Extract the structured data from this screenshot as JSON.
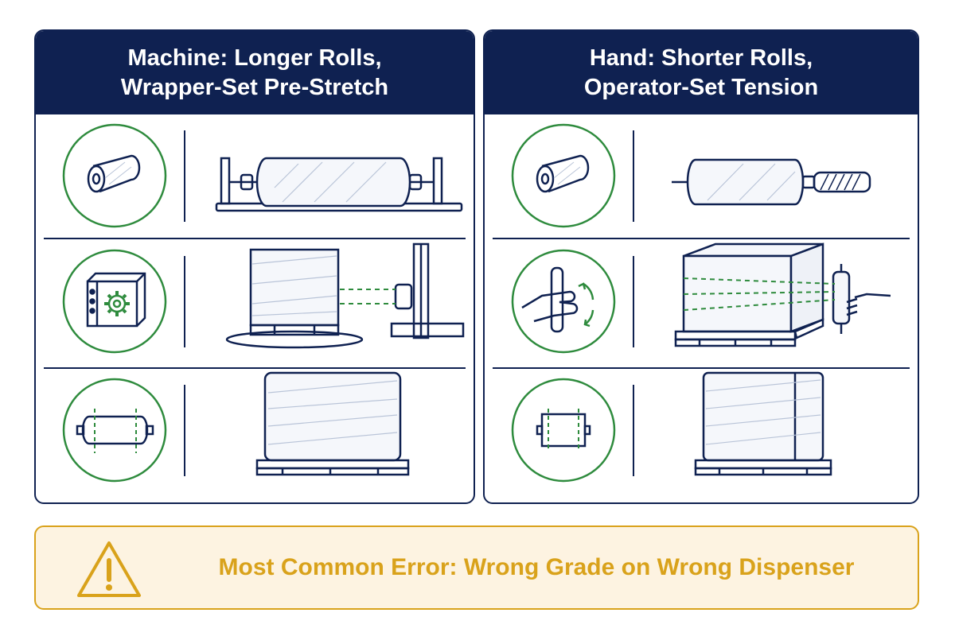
{
  "panels": {
    "machine": {
      "title": "Machine: Longer Rolls, Wrapper-Set Pre-Stretch"
    },
    "hand": {
      "title": "Hand: Shorter Rolls, Operator-Set Tension"
    }
  },
  "warning": {
    "text": "Most Common Error: Wrong Grade on Wrong Dispenser",
    "icon": "warning-triangle-icon"
  },
  "colors": {
    "navy": "#0f2151",
    "green": "#2e8b3d",
    "amber": "#d9a21b",
    "amber_bg": "#fdf3e1"
  }
}
